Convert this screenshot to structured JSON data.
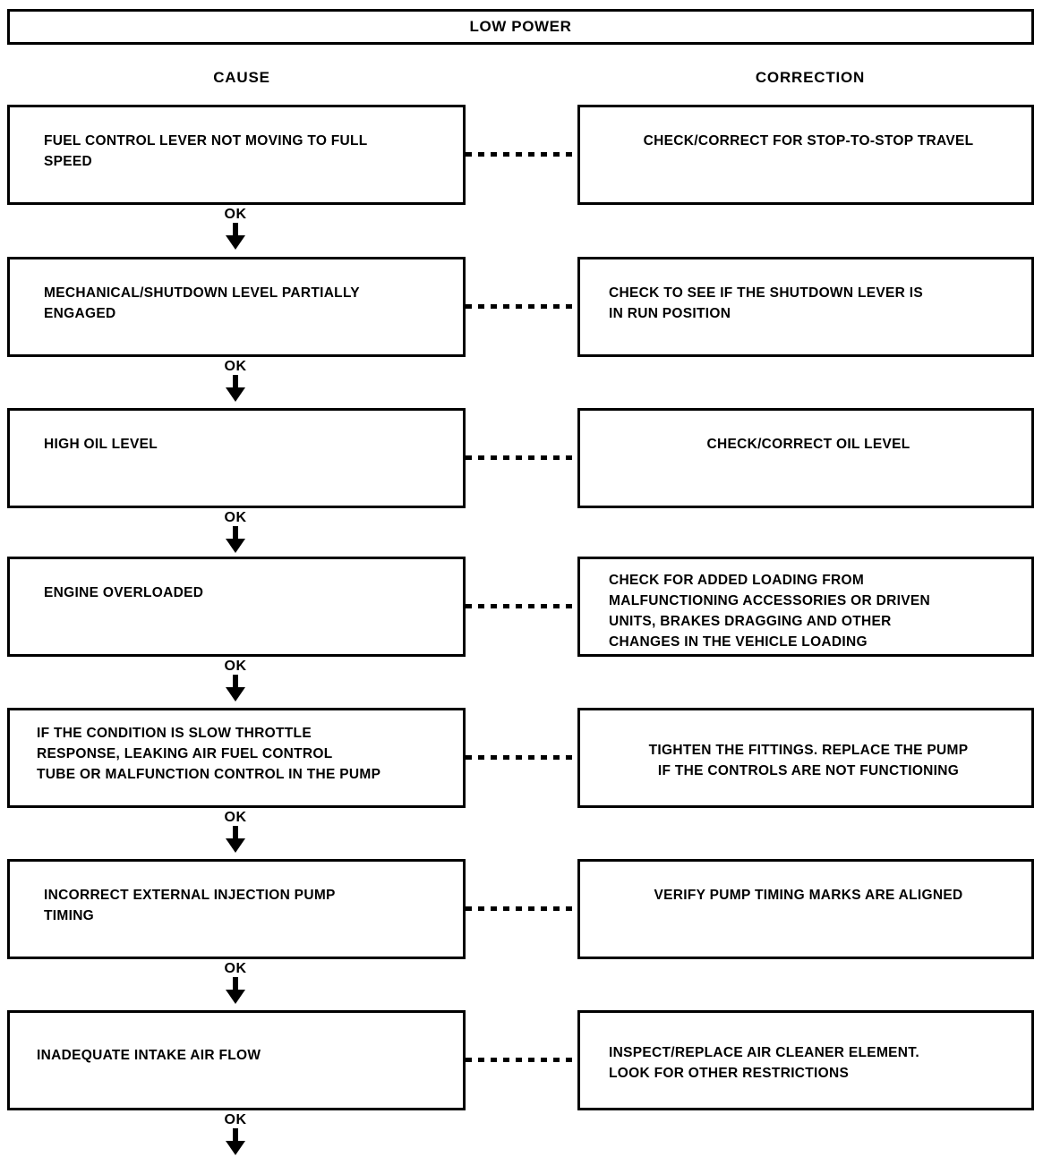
{
  "title": "LOW POWER",
  "columns": {
    "cause_heading": "CAUSE",
    "correction_heading": "CORRECTION"
  },
  "connector_label": "OK",
  "colors": {
    "line": "#000000",
    "background": "#ffffff",
    "text": "#000000"
  },
  "rows": [
    {
      "cause": "FUEL CONTROL LEVER NOT MOVING TO FULL\nSPEED",
      "correction": "CHECK/CORRECT FOR STOP-TO-STOP TRAVEL"
    },
    {
      "cause": "MECHANICAL/SHUTDOWN LEVEL PARTIALLY\nENGAGED",
      "correction": "CHECK TO SEE IF THE SHUTDOWN LEVER IS\nIN RUN POSITION"
    },
    {
      "cause": "HIGH OIL LEVEL",
      "correction": "CHECK/CORRECT OIL LEVEL"
    },
    {
      "cause": "ENGINE OVERLOADED",
      "correction": "CHECK FOR ADDED LOADING FROM\nMALFUNCTIONING ACCESSORIES OR DRIVEN\nUNITS, BRAKES DRAGGING AND OTHER\nCHANGES IN THE VEHICLE LOADING"
    },
    {
      "cause": "IF THE CONDITION IS SLOW THROTTLE\nRESPONSE, LEAKING AIR FUEL CONTROL\nTUBE OR MALFUNCTION CONTROL  IN THE PUMP",
      "correction": "TIGHTEN THE FITTINGS.  REPLACE THE PUMP\nIF THE CONTROLS ARE NOT FUNCTIONING"
    },
    {
      "cause": "INCORRECT EXTERNAL INJECTION PUMP\nTIMING",
      "correction": "VERIFY PUMP TIMING MARKS ARE ALIGNED"
    },
    {
      "cause": "INADEQUATE INTAKE AIR FLOW",
      "correction": "INSPECT/REPLACE AIR CLEANER ELEMENT.\nLOOK FOR OTHER RESTRICTIONS"
    }
  ]
}
